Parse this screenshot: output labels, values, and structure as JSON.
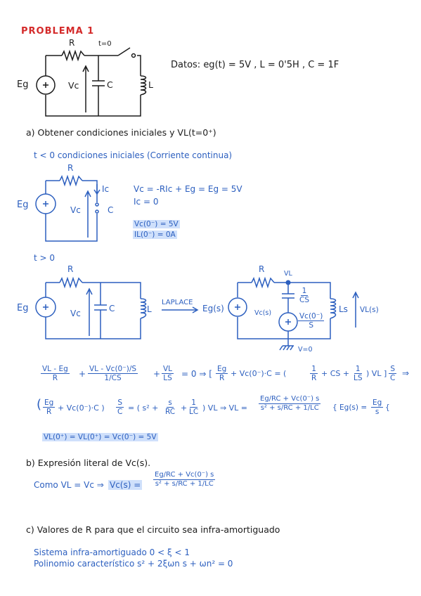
{
  "title": "PROBLEMA 1",
  "circuit1": {
    "R": "R",
    "switch": "t=0",
    "Eg": "Eg",
    "Vc": "Vc",
    "C": "C",
    "L": "L"
  },
  "datos": "Datos:  eg(t) = 5V ,  L = 0'5H ,  C = 1F",
  "part_a": {
    "heading": "a) Obtener condiciones iniciales y  VL(t=0⁺)",
    "sub": "t < 0  condiciones iniciales  (Corriente continua)",
    "circuit2": {
      "R": "R",
      "Ic": "Ic",
      "Eg": "Eg",
      "Vc": "Vc",
      "C": "C"
    },
    "eq1": "Vc = -RIc + Eg  =  Eg = 5V",
    "eq2": "Ic = 0",
    "hl1": "Vc(0⁻) = 5V",
    "hl2": "IL(0⁻) = 0A",
    "tgt": "t > 0",
    "circuit3": {
      "R": "R",
      "Eg": "Eg",
      "Vc": "Vc",
      "C": "C",
      "L": "L"
    },
    "laplace": "LAPLACE",
    "circuit4": {
      "R": "R",
      "VL": "VL",
      "Egs": "Eg(s)",
      "Vcs": "Vc(s)",
      "cap_num": "1",
      "cap_den": "CS",
      "src_num": "Vc(0⁻)",
      "src_den": "S",
      "Ls": "Ls",
      "VLs": "VL(s)",
      "ground": "V=0"
    }
  },
  "eqA": {
    "f1n": "VL - Eg",
    "f1d": "R",
    "f2n": "VL - Vc(0⁻)/S",
    "f2d": "1/CS",
    "f3n": "VL",
    "f3d": "LS",
    "mid": "= 0  ⇒ [",
    "f4n": "Eg",
    "f4d": "R",
    "t4": "+ Vc(0⁻)·C = (",
    "f5n": "1",
    "f5d": "R",
    "t5": "+ CS +",
    "f6n": "1",
    "f6d": "LS",
    "t6": ") VL ]",
    "f7n": "S",
    "f7d": "C",
    "arrow": "⇒"
  },
  "eqB": {
    "lp": "(",
    "f1n": "Eg",
    "f1d": "R",
    "t1": "+ Vc(0⁻)·C )",
    "f2n": "S",
    "f2d": "C",
    "t2": "= ( s² +",
    "f3n": "s",
    "f3d": "RC",
    "t3": "+",
    "f4n": "1",
    "f4d": "LC",
    "t4": ") VL   ⇒ VL =",
    "bign": "Eg/RC + Vc(0⁻) s",
    "bigd": "s² + s/RC + 1/LC",
    "t5": "{ Eg(s) =",
    "f6n": "Eg",
    "f6d": "s",
    "t6": "{"
  },
  "hl3": "VL(0⁺) = VL(0⁺) = Vc(0⁻) = 5V",
  "part_b": {
    "heading": "b) Expresión literal de Vc(s).",
    "como": "Como  VL = Vc  ⇒",
    "vcs": "Vc(s) =",
    "bign": "Eg/RC + Vc(0⁻) s",
    "bigd": "s² + s/RC + 1/LC"
  },
  "part_c": {
    "heading": "c) Valores de R para que el circuito sea infra-amortiguado",
    "l1": "Sistema  infra-amortiguado  0 < ξ < 1",
    "l2": "Polinomio característico  s² + 2ξωn s + ωn² = 0"
  }
}
